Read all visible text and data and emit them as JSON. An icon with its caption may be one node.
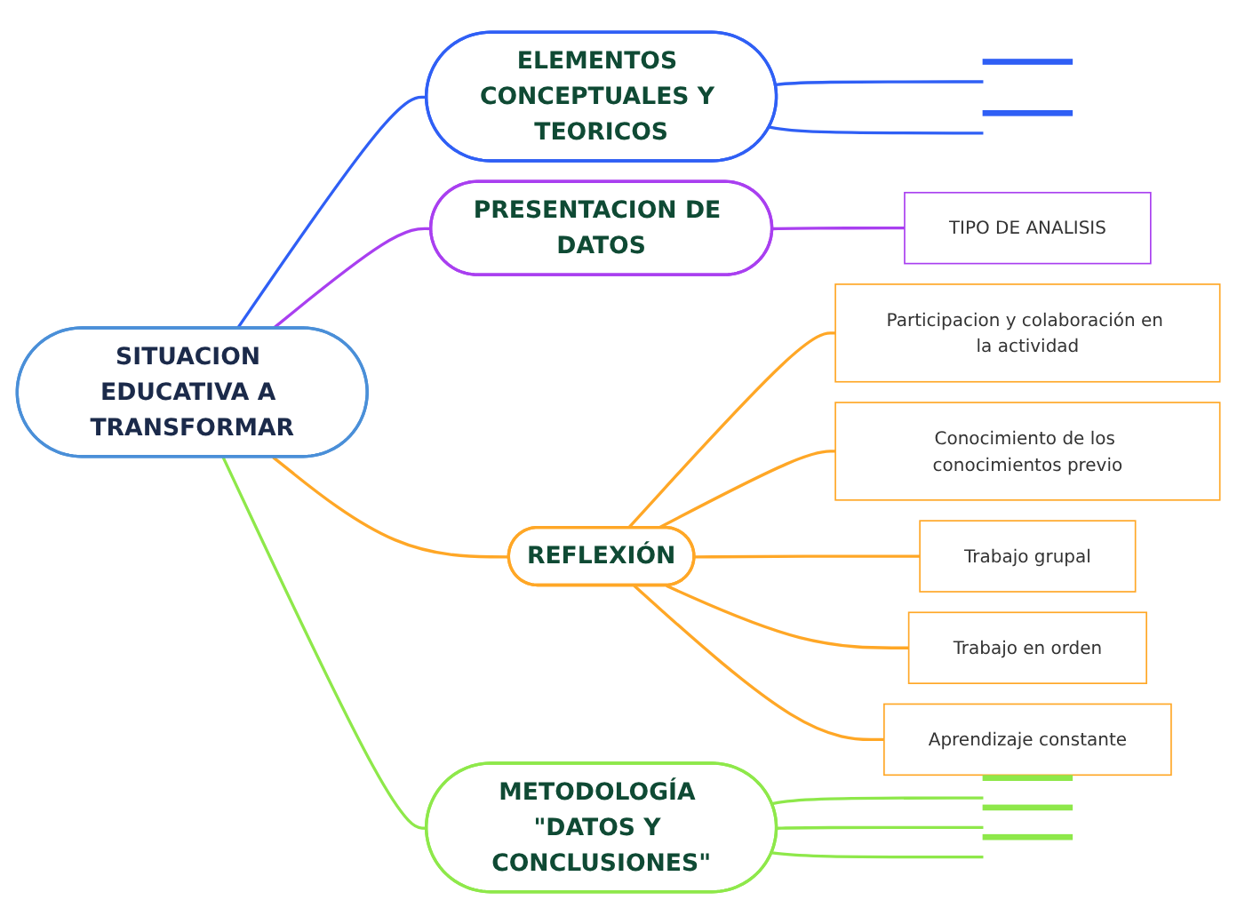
{
  "diagram": {
    "nodes": [
      {
        "text": [
          "SITUACION EDUCATIVA A TRANSFORMAR"
        ]
      },
      {
        "text": [
          "ELEMENTOS CONCEPTUALES Y TEORICOS"
        ]
      },
      {
        "text": [],
        "shape": "bar"
      },
      {
        "text": [],
        "shape": "bar"
      },
      {
        "text": [
          "PRESENTACION DE DATOS"
        ]
      },
      {
        "text": [
          "TIPO DE ANALISIS"
        ]
      },
      {
        "text": [
          "REFLEXIÓN"
        ]
      },
      {
        "text": [
          "Participacion y colaboración en la actividad"
        ]
      },
      {
        "text": [
          "Conocimiento de los conocimientos previo"
        ]
      },
      {
        "text": [
          "Trabajo grupal"
        ]
      },
      {
        "text": [
          "Trabajo en orden"
        ]
      },
      {
        "text": [
          "Aprendizaje constante"
        ]
      },
      {
        "text": [
          "METODOLOGÍA \"DATOS Y CONCLUSIONES\""
        ]
      },
      {
        "text": [],
        "shape": "bar"
      },
      {
        "text": [],
        "shape": "bar"
      },
      {
        "text": [],
        "shape": "bar"
      }
    ],
    "edges": [
      {
        "from": 0,
        "to": 1,
        "arrow": "none",
        "color": "#2f5ff5"
      },
      {
        "from": 1,
        "to": 2,
        "arrow": "none",
        "color": "#2f5ff5"
      },
      {
        "from": 1,
        "to": 3,
        "arrow": "none",
        "color": "#2f5ff5"
      },
      {
        "from": 0,
        "to": 4,
        "arrow": "none",
        "color": "#a93ff0"
      },
      {
        "from": 4,
        "to": 5,
        "arrow": "none",
        "color": "#a93ff0"
      },
      {
        "from": 0,
        "to": 6,
        "arrow": "none"
      },
      {
        "from": 6,
        "to": 7,
        "arrow": "none"
      },
      {
        "from": 6,
        "to": 8,
        "arrow": "none"
      },
      {
        "from": 6,
        "to": 9,
        "arrow": "none"
      },
      {
        "from": 6,
        "to": 10,
        "arrow": "none"
      },
      {
        "from": 6,
        "to": 11,
        "arrow": "none"
      },
      {
        "from": 0,
        "to": 12,
        "arrow": "none",
        "color": "#8ee84a"
      },
      {
        "from": 12,
        "to": 13,
        "arrow": "none",
        "color": "#8ee84a"
      },
      {
        "from": 12,
        "to": 14,
        "arrow": "none",
        "color": "#8ee84a"
      },
      {
        "from": 12,
        "to": 15,
        "arrow": "none",
        "color": "#8ee84a"
      }
    ]
  }
}
